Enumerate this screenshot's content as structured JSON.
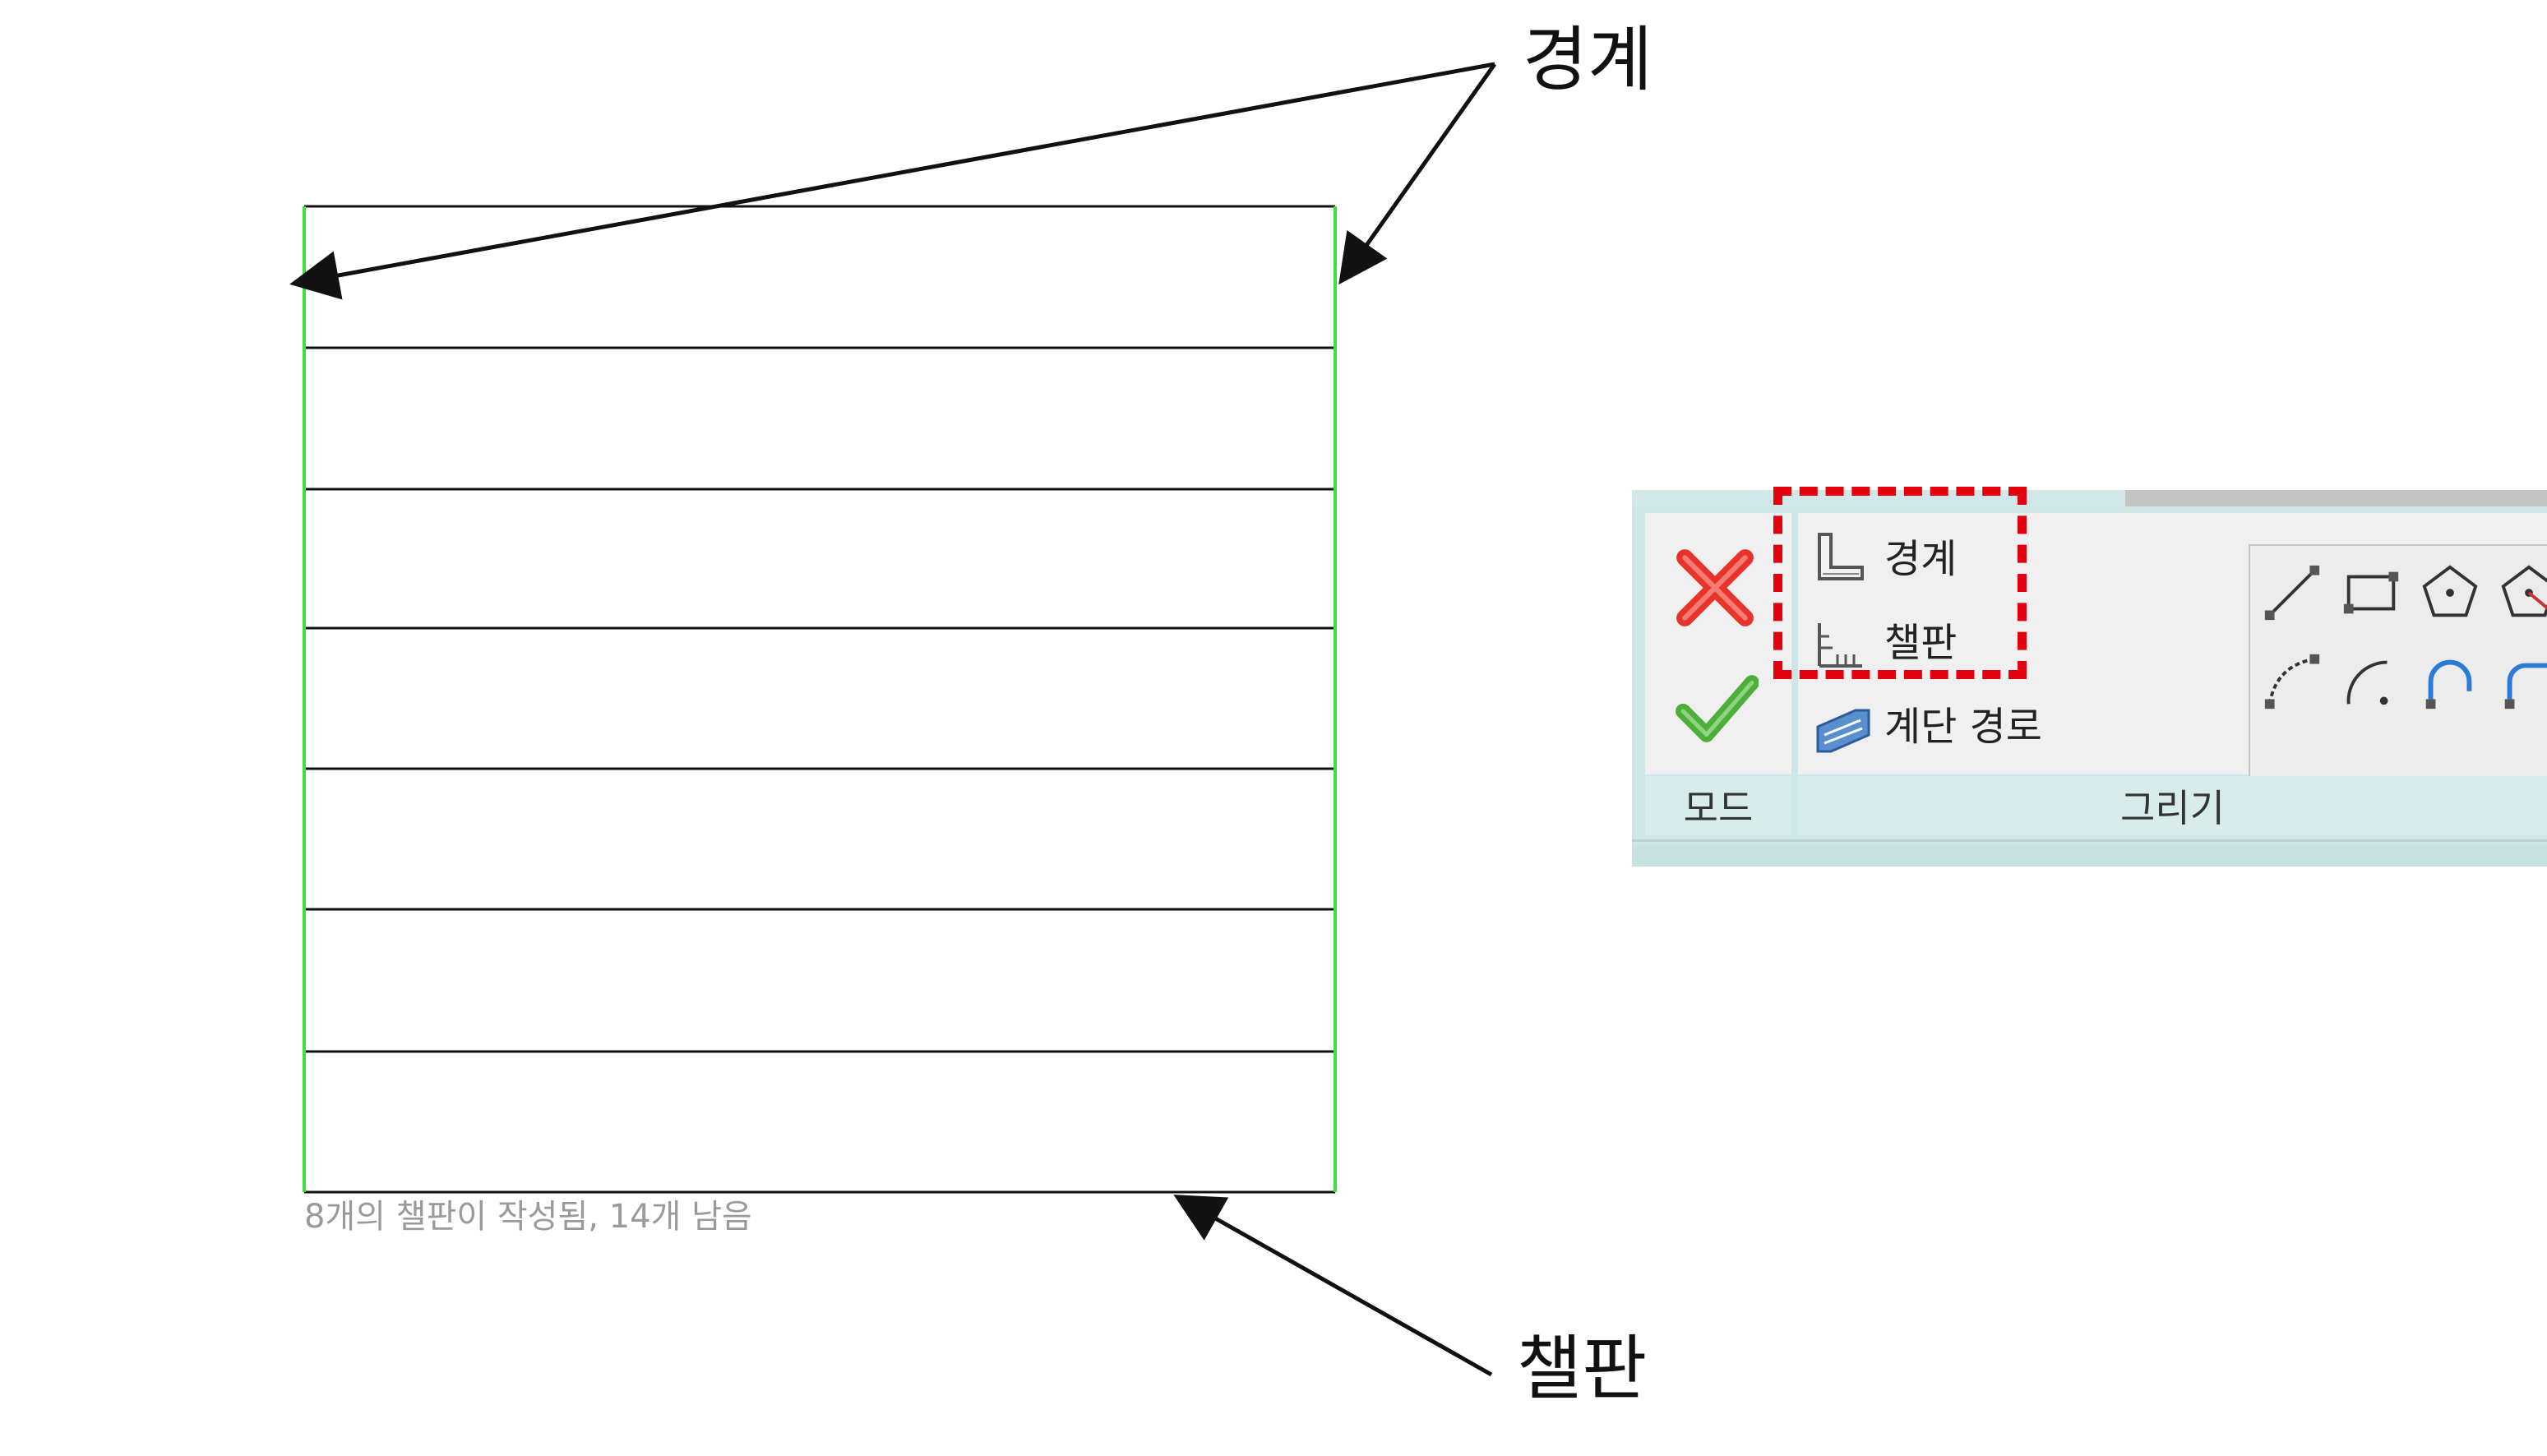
{
  "callouts": {
    "boundary": "경계",
    "riser": "챌판"
  },
  "status_text": "8개의 챌판이 작성됨, 14개 남음",
  "ribbon": {
    "mode_label": "모드",
    "draw_label": "그리기",
    "tools": {
      "boundary": "경계",
      "riser": "챌판",
      "stair_path": "계단 경로"
    }
  },
  "colors": {
    "boundary_line": "#3de03d",
    "riser_line": "#111111",
    "cancel": "#e8332a",
    "finish": "#4caf3a",
    "highlight": "#e3000f"
  }
}
